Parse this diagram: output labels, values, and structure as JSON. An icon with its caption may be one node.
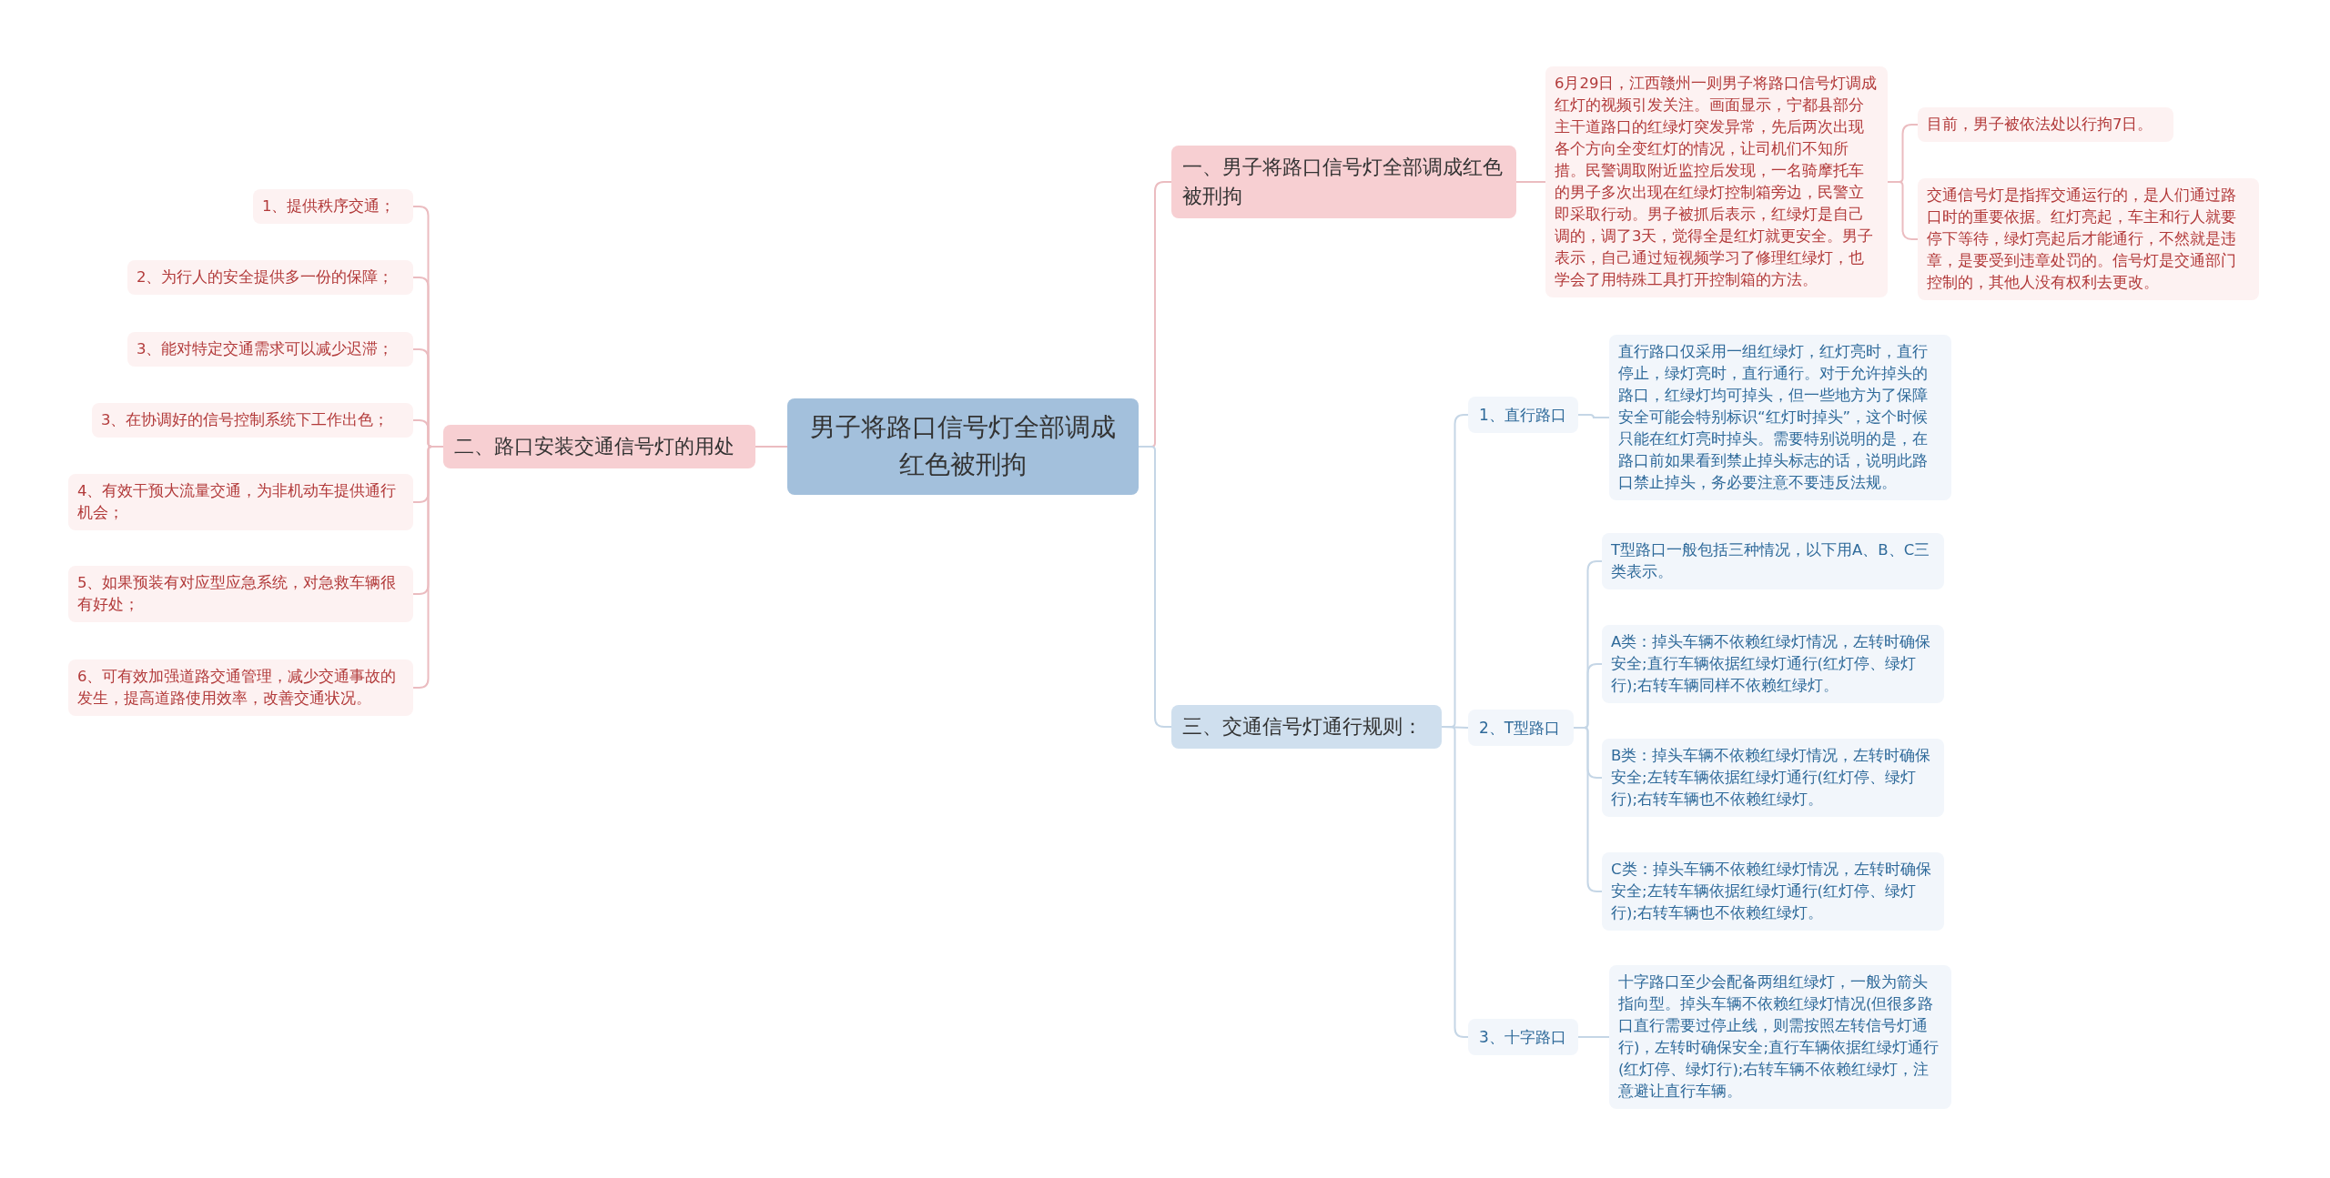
{
  "diagram": {
    "nodes": [
      {
        "text": [
          "男子将路口信号灯全部调成红色被刑拘"
        ]
      },
      {
        "text": [
          "一、男子将路口信号灯全部调成红色被刑拘"
        ]
      },
      {
        "text": [
          "6月29日，江西赣州一则男子将路口信号灯调成红灯的视频引发关注。画面显示，宁都县部分主干道路口的红绿灯突发异常，先后两次出现各个方向全变红灯的情况，让司机们不知所措。民警调取附近监控后发现，一名骑摩托车的男子多次出现在红绿灯控制箱旁边，民警立即采取行动。男子被抓后表示，红绿灯是自己调的，调了3天，觉得全是红灯就更安全。男子表示，自己通过短视频学习了修理红绿灯，也学会了用特殊工具打开控制箱的方法。"
        ]
      },
      {
        "text": [
          "目前，男子被依法处以行拘7日。"
        ]
      },
      {
        "text": [
          "交通信号灯是指挥交通运行的，是人们通过路口时的重要依据。红灯亮起，车主和行人就要停下等待，绿灯亮起后才能通行，不然就是违章，是要受到违章处罚的。信号灯是交通部门控制的，其他人没有权利去更改。"
        ]
      },
      {
        "text": [
          "二、路口安装交通信号灯的用处"
        ]
      },
      {
        "text": [
          "1、提供秩序交通；"
        ]
      },
      {
        "text": [
          "2、为行人的安全提供多一份的保障；"
        ]
      },
      {
        "text": [
          "3、能对特定交通需求可以减少迟滞；"
        ]
      },
      {
        "text": [
          "3、在协调好的信号控制系统下工作出色；"
        ]
      },
      {
        "text": [
          "4、有效干预大流量交通，为非机动车提供通行机会；"
        ]
      },
      {
        "text": [
          "5、如果预装有对应型应急系统，对急救车辆很有好处；"
        ]
      },
      {
        "text": [
          "6、可有效加强道路交通管理，减少交通事故的发生，提高道路使用效率，改善交通状况。"
        ]
      },
      {
        "text": [
          "三、交通信号灯通行规则："
        ]
      },
      {
        "text": [
          "1、直行路口"
        ]
      },
      {
        "text": [
          "直行路口仅采用一组红绿灯，红灯亮时，直行停止，绿灯亮时，直行通行。对于允许掉头的路口，红绿灯均可掉头，但一些地方为了保障安全可能会特别标识“红灯时掉头”，这个时候只能在红灯亮时掉头。需要特别说明的是，在路口前如果看到禁止掉头标志的话，说明此路口禁止掉头，务必要注意不要违反法规。"
        ]
      },
      {
        "text": [
          "2、T型路口"
        ]
      },
      {
        "text": [
          "T型路口一般包括三种情况，以下用A、B、C三类表示。"
        ]
      },
      {
        "text": [
          "A类：掉头车辆不依赖红绿灯情况，左转时确保安全;直行车辆依据红绿灯通行(红灯停、绿灯行);右转车辆同样不依赖红绿灯。"
        ]
      },
      {
        "text": [
          "B类：掉头车辆不依赖红绿灯情况，左转时确保安全;左转车辆依据红绿灯通行(红灯停、绿灯行);右转车辆也不依赖红绿灯。"
        ]
      },
      {
        "text": [
          "C类：掉头车辆不依赖红绿灯情况，左转时确保安全;左转车辆依据红绿灯通行(红灯停、绿灯行);右转车辆也不依赖红绿灯。"
        ]
      },
      {
        "text": [
          "3、十字路口"
        ]
      },
      {
        "text": [
          "十字路口至少会配备两组红绿灯，一般为箭头指向型。掉头车辆不依赖红绿灯情况(但很多路口直行需要过停止线，则需按照左转信号灯通行)，左转时确保安全;直行车辆依据红绿灯通行(红灯停、绿灯行);右转车辆不依赖红绿灯，注意避让直行车辆。"
        ]
      }
    ],
    "edges": [
      {
        "from": 0,
        "to": 1,
        "arrow": "none"
      },
      {
        "from": 1,
        "to": 2,
        "arrow": "none"
      },
      {
        "from": 2,
        "to": 3,
        "arrow": "none"
      },
      {
        "from": 2,
        "to": 4,
        "arrow": "none"
      },
      {
        "from": 0,
        "to": 5,
        "arrow": "none"
      },
      {
        "from": 5,
        "to": 6,
        "arrow": "none"
      },
      {
        "from": 5,
        "to": 7,
        "arrow": "none"
      },
      {
        "from": 5,
        "to": 8,
        "arrow": "none"
      },
      {
        "from": 5,
        "to": 9,
        "arrow": "none"
      },
      {
        "from": 5,
        "to": 10,
        "arrow": "none"
      },
      {
        "from": 5,
        "to": 11,
        "arrow": "none"
      },
      {
        "from": 5,
        "to": 12,
        "arrow": "none"
      },
      {
        "from": 0,
        "to": 13,
        "arrow": "none",
        "color": "#c5d6e6"
      },
      {
        "from": 13,
        "to": 14,
        "arrow": "none",
        "color": "#c5d6e6"
      },
      {
        "from": 14,
        "to": 15,
        "arrow": "none",
        "color": "#c5d6e6"
      },
      {
        "from": 13,
        "to": 16,
        "arrow": "none",
        "color": "#c5d6e6"
      },
      {
        "from": 16,
        "to": 17,
        "arrow": "none",
        "color": "#c5d6e6"
      },
      {
        "from": 16,
        "to": 18,
        "arrow": "none",
        "color": "#c5d6e6"
      },
      {
        "from": 16,
        "to": 19,
        "arrow": "none",
        "color": "#c5d6e6"
      },
      {
        "from": 16,
        "to": 20,
        "arrow": "none",
        "color": "#c5d6e6"
      },
      {
        "from": 13,
        "to": 21,
        "arrow": "none",
        "color": "#c5d6e6"
      },
      {
        "from": 21,
        "to": 22,
        "arrow": "none",
        "color": "#c5d6e6"
      }
    ]
  }
}
